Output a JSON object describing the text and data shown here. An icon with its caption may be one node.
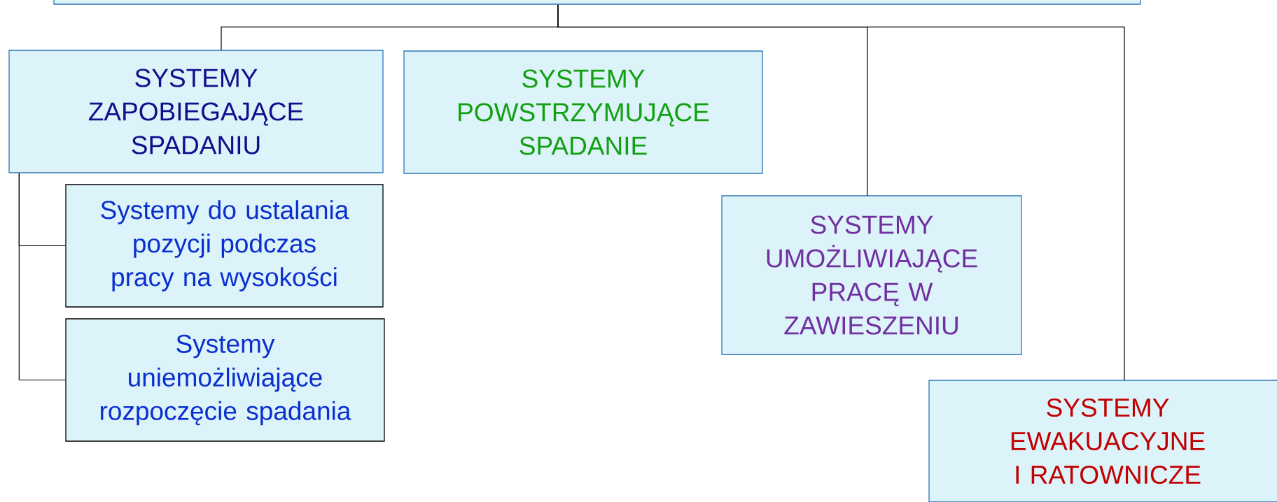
{
  "diagram": {
    "nodes": [
      {
        "text": [],
        "shape": "box"
      },
      {
        "text": [
          "SYSTEMY ZAPOBIEGAJĄCE SPADANIU"
        ]
      },
      {
        "text": [
          "SYSTEMY POWSTRZYMUJĄCE SPADANIE"
        ]
      },
      {
        "text": [
          "SYSTEMY UMOŻLIWIAJĄCE PRACĘ W ZAWIESZENIU"
        ]
      },
      {
        "text": [
          "SYSTEMY EWAKUACYJNE I RATOWNICZE"
        ]
      },
      {
        "text": [
          "Systemy do ustalania pozycji podczas pracy na wysokości"
        ]
      },
      {
        "text": [
          "Systemy uniemożliwiające rozpoczęcie spadania"
        ]
      }
    ],
    "edges": [
      {
        "from": 0,
        "to": 1,
        "arrow": "none"
      },
      {
        "from": 0,
        "to": 3,
        "arrow": "none"
      },
      {
        "from": 0,
        "to": 4,
        "arrow": "none"
      },
      {
        "from": 1,
        "to": 5,
        "arrow": "none"
      },
      {
        "from": 1,
        "to": 6,
        "arrow": "none"
      }
    ]
  }
}
